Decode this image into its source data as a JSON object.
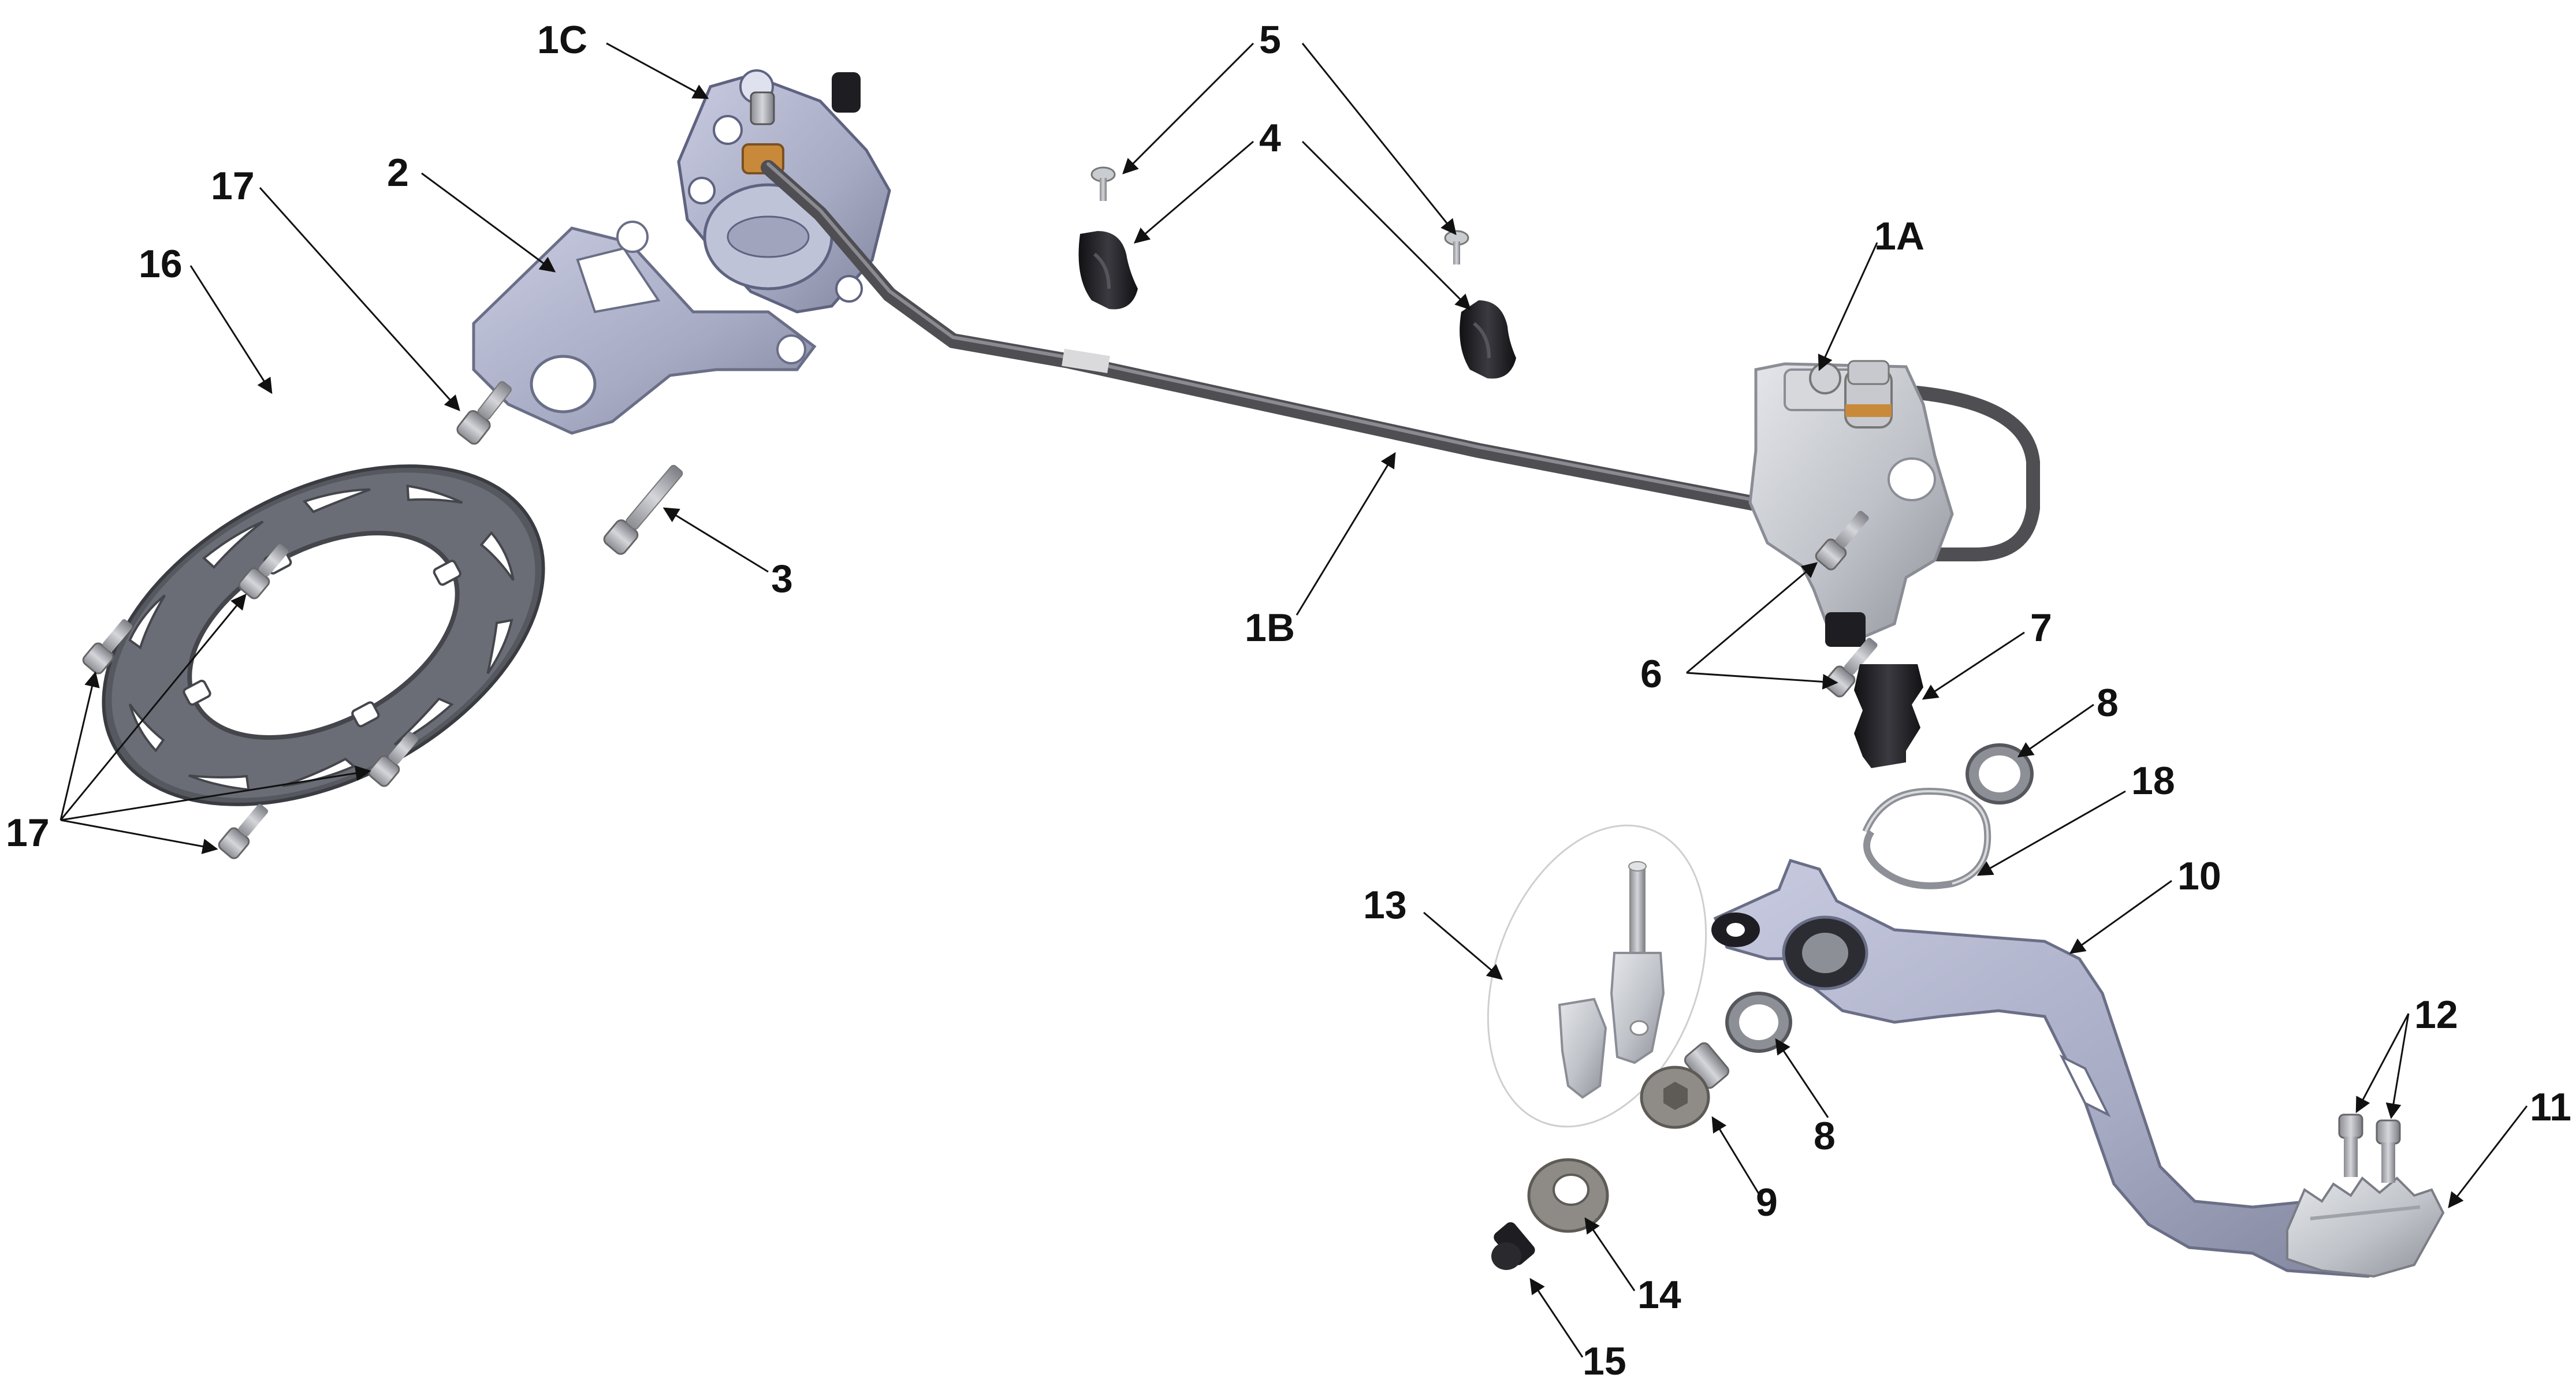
{
  "colors": {
    "metal_light": "#c9ccd1",
    "metal_blue": "#a9adc4",
    "metal_dark": "#6b6e7a",
    "rubber": "#1e1e22",
    "rotor": "#5d6068",
    "hose": "#5a5a5e",
    "brass": "#c88a3a",
    "ink": "#111111"
  },
  "callouts": {
    "c1C": "1C",
    "c5": "5",
    "c4": "4",
    "c1A": "1A",
    "c17a": "17",
    "c2": "2",
    "c16": "16",
    "c3": "3",
    "c1B": "1B",
    "c6": "6",
    "c7": "7",
    "c8a": "8",
    "c18": "18",
    "c17b": "17",
    "c10": "10",
    "c13": "13",
    "c12": "12",
    "c11": "11",
    "c8b": "8",
    "c9": "9",
    "c14": "14",
    "c15": "15"
  }
}
